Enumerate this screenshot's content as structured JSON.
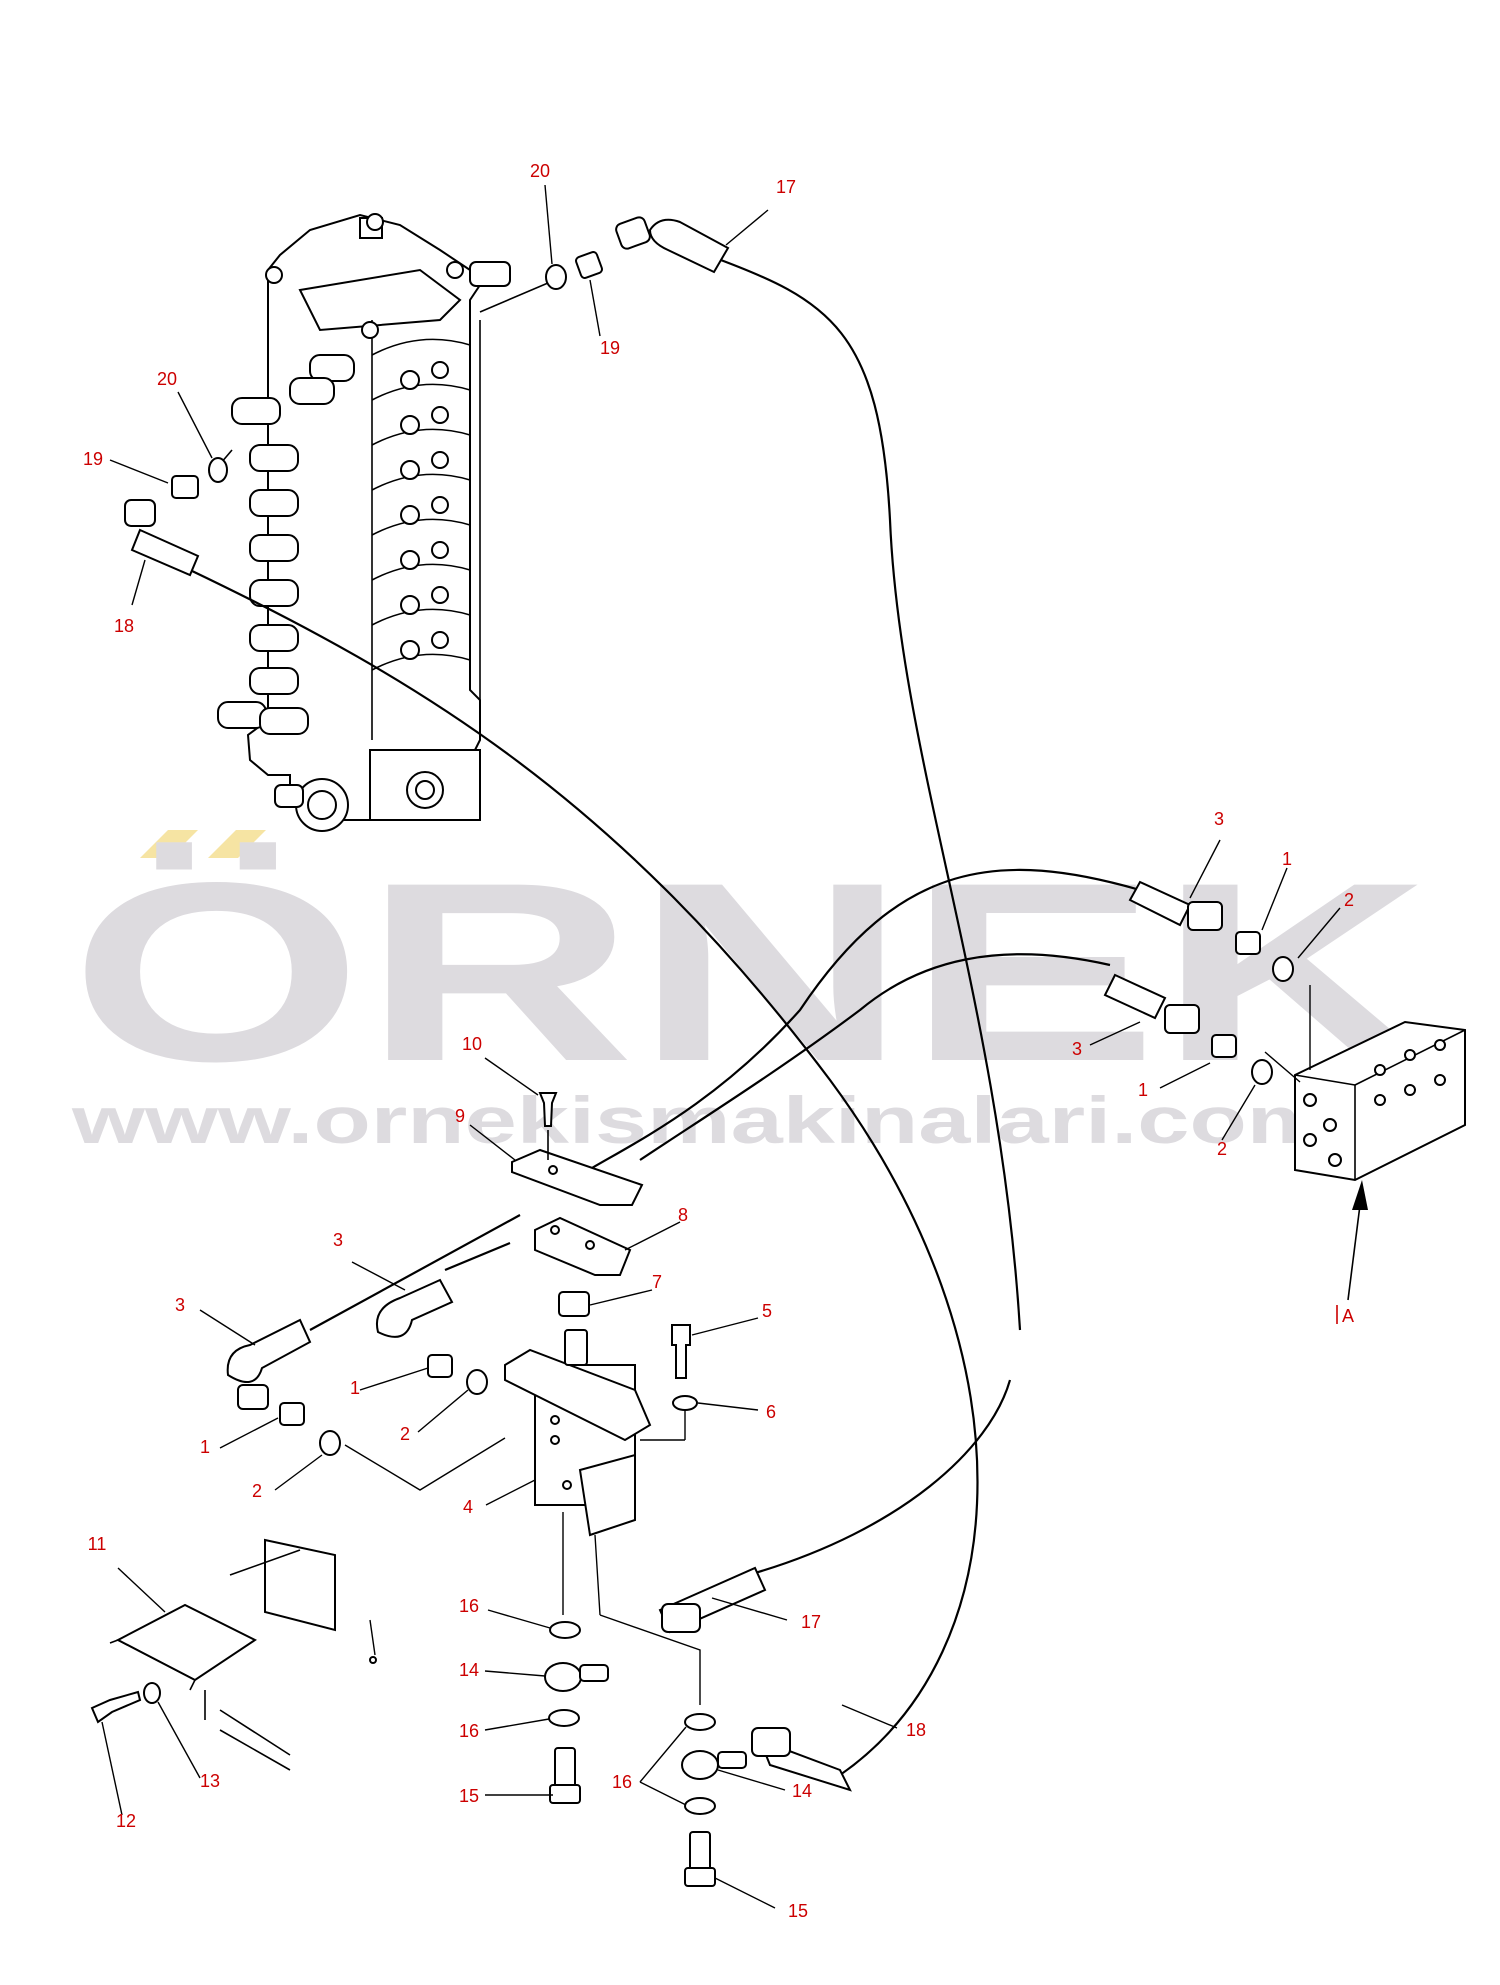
{
  "watermark": {
    "brand": "ÖRNEK",
    "url": "www.ornekismakinalari.com.tr",
    "text_color": "#dddbdf",
    "accent_color": "#f6e4a3"
  },
  "view_label": "A",
  "callouts": [
    {
      "id": "c-20-top",
      "text": "20"
    },
    {
      "id": "c-17-top",
      "text": "17"
    },
    {
      "id": "c-19-top",
      "text": "19"
    },
    {
      "id": "c-20-left",
      "text": "20"
    },
    {
      "id": "c-19-left",
      "text": "19"
    },
    {
      "id": "c-18-left",
      "text": "18"
    },
    {
      "id": "c-3-r1",
      "text": "3"
    },
    {
      "id": "c-1-r1",
      "text": "1"
    },
    {
      "id": "c-2-r1",
      "text": "2"
    },
    {
      "id": "c-3-r2",
      "text": "3"
    },
    {
      "id": "c-1-r2",
      "text": "1"
    },
    {
      "id": "c-2-r2",
      "text": "2"
    },
    {
      "id": "c-10",
      "text": "10"
    },
    {
      "id": "c-9",
      "text": "9"
    },
    {
      "id": "c-8",
      "text": "8"
    },
    {
      "id": "c-7",
      "text": "7"
    },
    {
      "id": "c-5",
      "text": "5"
    },
    {
      "id": "c-6",
      "text": "6"
    },
    {
      "id": "c-4",
      "text": "4"
    },
    {
      "id": "c-3-l1",
      "text": "3"
    },
    {
      "id": "c-3-l2",
      "text": "3"
    },
    {
      "id": "c-1-l1",
      "text": "1"
    },
    {
      "id": "c-2-l1",
      "text": "2"
    },
    {
      "id": "c-1-l2",
      "text": "1"
    },
    {
      "id": "c-2-l2",
      "text": "2"
    },
    {
      "id": "c-11",
      "text": "11"
    },
    {
      "id": "c-13",
      "text": "13"
    },
    {
      "id": "c-12",
      "text": "12"
    },
    {
      "id": "c-16-a",
      "text": "16"
    },
    {
      "id": "c-14-a",
      "text": "14"
    },
    {
      "id": "c-16-b",
      "text": "16"
    },
    {
      "id": "c-15-a",
      "text": "15"
    },
    {
      "id": "c-17-bot",
      "text": "17"
    },
    {
      "id": "c-16-c",
      "text": "16"
    },
    {
      "id": "c-14-b",
      "text": "14"
    },
    {
      "id": "c-18-bot",
      "text": "18"
    },
    {
      "id": "c-15-b",
      "text": "15"
    }
  ]
}
